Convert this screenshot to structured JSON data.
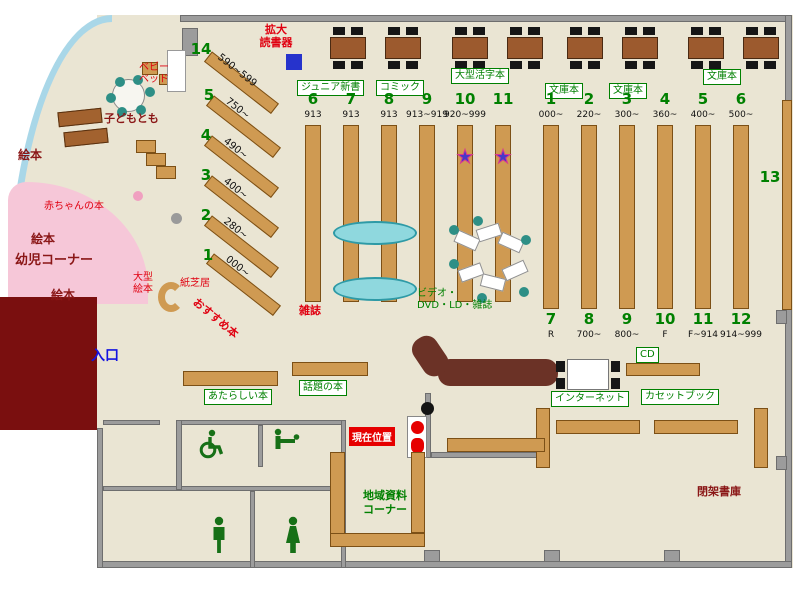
{
  "colors": {
    "wall_red": "#7a0f0f",
    "floor": "#eae5d3",
    "shelf": "#cf9a52",
    "accent_green": "#008000",
    "window_blue": "#a9d7e8",
    "current_red": "#e60000"
  },
  "top": {
    "magnifier": "拡大\n読書器",
    "junior": "ジュニア新書",
    "comic": "コミック",
    "large_print": "大型活字本",
    "bunko": "文庫本"
  },
  "groups": {
    "left": [
      {
        "num": "6",
        "range": "913"
      },
      {
        "num": "7",
        "range": "913"
      },
      {
        "num": "8",
        "range": "913"
      },
      {
        "num": "9",
        "range": "913~919"
      },
      {
        "num": "10",
        "range": "920~999"
      },
      {
        "num": "11",
        "range": ""
      }
    ],
    "right_top": [
      {
        "num": "1",
        "range": "000~"
      },
      {
        "num": "2",
        "range": "220~"
      },
      {
        "num": "3",
        "range": "300~"
      },
      {
        "num": "4",
        "range": "360~"
      },
      {
        "num": "5",
        "range": "400~"
      },
      {
        "num": "6",
        "range": "500~"
      }
    ],
    "right_bottom": [
      {
        "num": "7",
        "range": "R"
      },
      {
        "num": "8",
        "range": "700~"
      },
      {
        "num": "9",
        "range": "800~"
      },
      {
        "num": "10",
        "range": "F"
      },
      {
        "num": "11",
        "range": "F~914"
      },
      {
        "num": "12",
        "range": "914~999"
      }
    ],
    "wall_shelf": "13",
    "kids": [
      {
        "num": "14",
        "range": "590~599"
      },
      {
        "num": "5",
        "range": "750~"
      },
      {
        "num": "4",
        "range": "490~"
      },
      {
        "num": "3",
        "range": "400~"
      },
      {
        "num": "2",
        "range": "280~"
      },
      {
        "num": "1",
        "range": "000~"
      }
    ]
  },
  "kids_area": {
    "kodomo": "子どもとも",
    "baby_bed": "ベビー\nベッド",
    "baby_books": "赤ちゃんの本",
    "ehon": "絵本",
    "toddler_corner": "幼児コーナー",
    "large_ehon": "大型\n絵本",
    "kamishibai": "紙芝居",
    "osusume": "おすすめ本"
  },
  "center": {
    "zasshi": "雑誌",
    "video": "ビデオ・\nDVD・LD・雑誌"
  },
  "south": {
    "entrance": "入口",
    "new_books": "あたらしい本",
    "topic_books": "話題の本",
    "current": "現在位置",
    "internet": "インターネット",
    "cd": "CD",
    "cassette": "カセットブック",
    "regional": "地域資料\nコーナー",
    "closed_stacks": "閉架書庫"
  }
}
